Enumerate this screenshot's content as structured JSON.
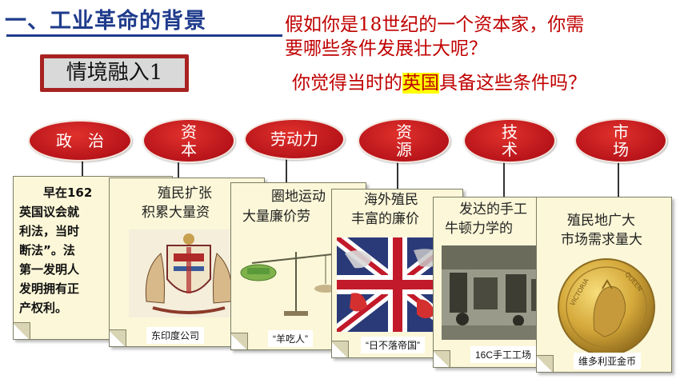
{
  "heading": "一、工业革命的背景",
  "situation_label": "情境融入1",
  "question_lines": [
    "假如你是18世纪的一个资本家，你需",
    "要哪些条件发展壮大呢？"
  ],
  "question2": {
    "before": "你觉得当时的",
    "highlight": "英国",
    "after": "具备这些条件吗？"
  },
  "factors": {
    "politics": "政　治",
    "capital": "资本",
    "labor": "劳动力",
    "resources": "资源",
    "technology": "技术",
    "market": "市场"
  },
  "cards": {
    "law": {
      "lines": [
        "　　早在162",
        "英国议会就",
        "利法，当时",
        "断法”。法",
        "第一发明人",
        "发明拥有正",
        "产权利。"
      ]
    },
    "capital": {
      "lines": [
        "殖民扩张",
        "积累大量资"
      ],
      "caption": "东印度公司"
    },
    "labor": {
      "lines": [
        "圈地运动",
        "大量廉价劳"
      ],
      "caption": "“羊吃人”"
    },
    "resources": {
      "lines": [
        "海外殖民",
        "丰富的廉价"
      ],
      "caption": "“日不落帝国”"
    },
    "technology": {
      "lines": [
        "发达的手工",
        "牛顿力学的"
      ],
      "caption": "16C手工工场"
    },
    "market": {
      "lines": [
        "殖民地广大",
        "市场需求量大"
      ],
      "caption": "维多利亚金币"
    }
  },
  "coin_legend": [
    "VICTORIA",
    "QUEEN"
  ],
  "colors": {
    "heading": "#1f3b8c",
    "accent_red": "#c00000",
    "oval": "#c0161c",
    "card": "#fbf7d8",
    "highlight": "#ffff00"
  }
}
